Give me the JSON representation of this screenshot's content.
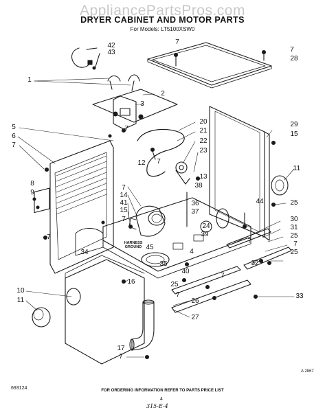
{
  "watermark": "AppliancePartsPros.com",
  "title": "DRYER CABINET AND MOTOR PARTS",
  "models_line": "For Models: LT5100XSW0",
  "labels": {
    "n42": "42",
    "n43": "43",
    "n7a": "7",
    "n7b": "7",
    "n28": "28",
    "n1": "1",
    "n2": "2",
    "n3": "3",
    "n7c": "7",
    "n5": "5",
    "n6": "6",
    "n7d": "7",
    "n20": "20",
    "n21": "21",
    "n22": "22",
    "n23": "23",
    "n29": "29",
    "n15a": "15",
    "n11a": "11",
    "n12": "12",
    "n7e": "7",
    "n8": "8",
    "n9": "9",
    "n13": "13",
    "n38": "38",
    "n7f": "7",
    "n14": "14",
    "n41": "41",
    "n15b": "15",
    "n7g": "7",
    "n36": "36",
    "n37": "37",
    "n44": "44",
    "n25a": "25",
    "n24": "24",
    "n39": "39",
    "n30": "30",
    "n31": "31",
    "n25b": "25",
    "n7h": "7",
    "n7i": "7",
    "n25c": "25",
    "n7j": "7",
    "n34": "34",
    "n45": "45",
    "n32": "32",
    "n4": "4",
    "n35": "35",
    "n40": "40",
    "n7k": "7",
    "n25d": "25",
    "n7l": "7",
    "n10": "10",
    "n11b": "11",
    "n16": "16",
    "n33": "33",
    "n26": "26",
    "n27": "27",
    "n17": "17",
    "n7m": "7"
  },
  "harness_ground": "HARNESS GROUND",
  "footer": "FOR ORDERING INFORMATION REFER TO PARTS PRICE LIST",
  "page_number": "4",
  "document_number": "693124",
  "reference_code": "A 2867",
  "handwritten_note": "315-E-4"
}
